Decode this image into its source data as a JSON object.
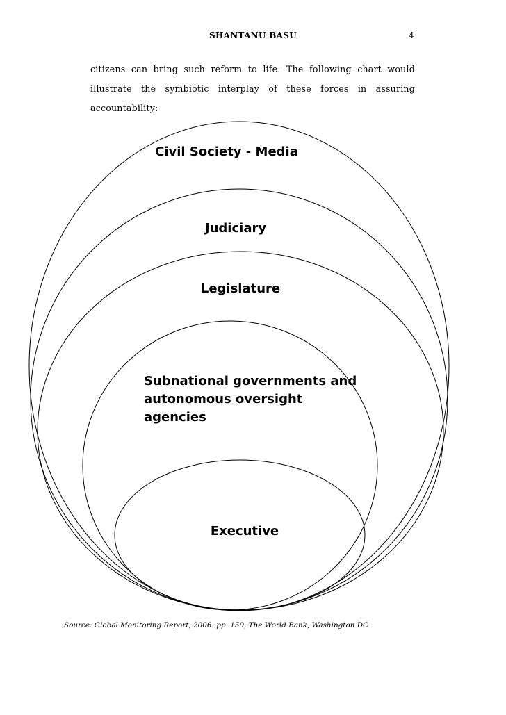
{
  "header": {
    "author": "SHANTANU BASU",
    "page_number": "4"
  },
  "body": {
    "paragraph": "citizens can bring such reform to life. The following chart would illustrate the symbiotic interplay of these forces in assuring accountability:"
  },
  "diagram": {
    "layers": [
      {
        "label": "Civil Society - Media"
      },
      {
        "label": "Judiciary"
      },
      {
        "label": "Legislature"
      },
      {
        "label_lines": [
          "Subnational governments and",
          "autonomous oversight",
          "agencies"
        ]
      },
      {
        "label": "Executive"
      }
    ]
  },
  "source": {
    "text": "Source: Global Monitoring Report, 2006: pp. 159, The World Bank, Washington DC"
  }
}
